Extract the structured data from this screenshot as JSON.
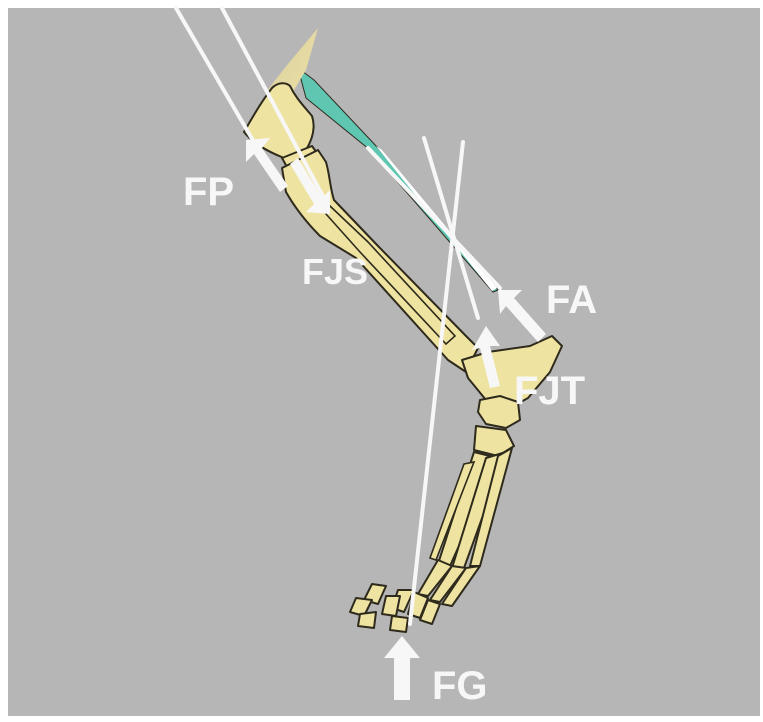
{
  "colors": {
    "background": "#b6b6b6",
    "bone": "#efe3a2",
    "outline": "#2e2a1c",
    "tendon": "#5fc6b2",
    "force": "#f7f7f7"
  },
  "labels": {
    "fp": "FP",
    "fjs": "FJS",
    "fa": "FA",
    "fjt": "FJT",
    "fg": "FG"
  }
}
